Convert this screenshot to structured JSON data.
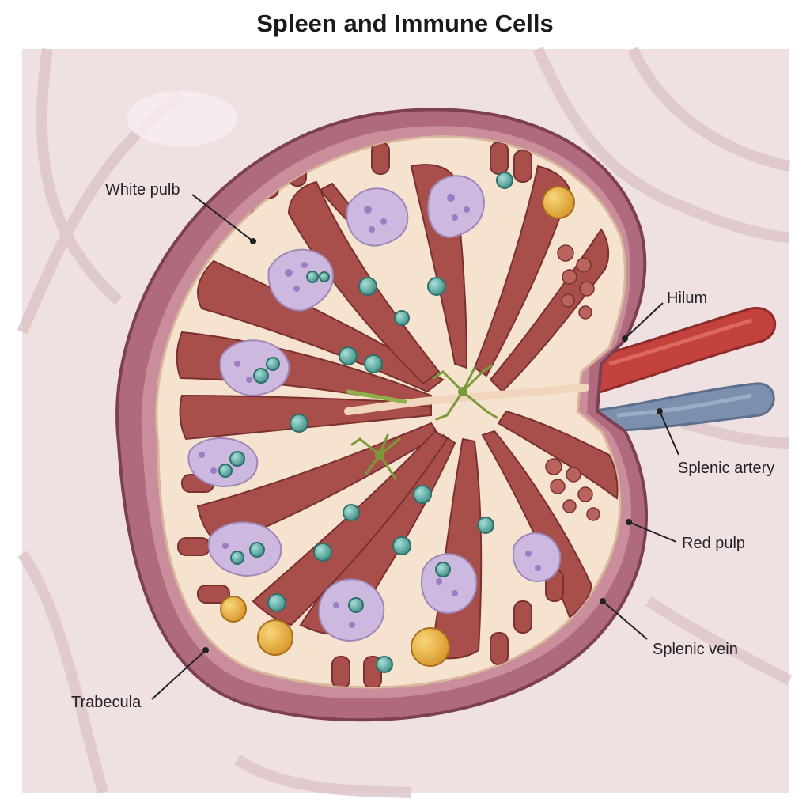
{
  "title": "Spleen and Immune Cells",
  "labels": {
    "white_pulb": "White pulb",
    "hilum": "Hilum",
    "splenic_artery": "Splenic artery",
    "red_pulp": "Red pulp",
    "splenic_vein": "Splenic vein",
    "trabecula": "Trabecula"
  },
  "colors": {
    "background_tissue": "#efe1e2",
    "capsule": "#b06a7e",
    "red_pulp": "#a84f4b",
    "stroma": "#f6e3cf",
    "white_pulp": "#cdb8e0",
    "immune_cell": "#6fb8b0",
    "yellow_cell": "#e5a83c",
    "dendritic_cell": "#7a9a3a",
    "artery": "#c4423d",
    "vein": "#7c90ad"
  }
}
